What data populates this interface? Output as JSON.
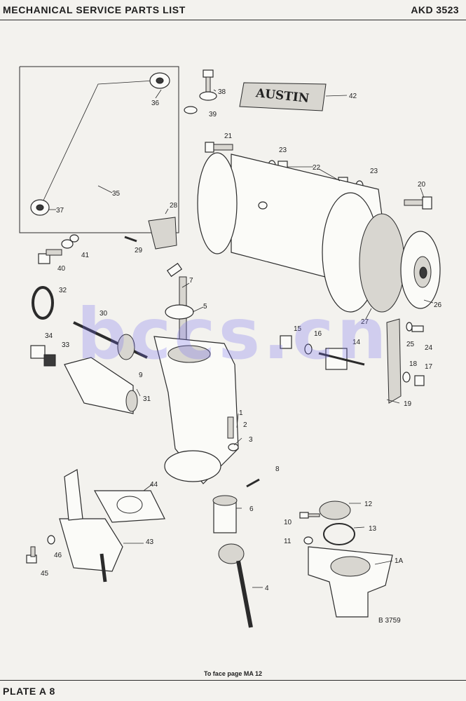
{
  "header": {
    "title": "MECHANICAL SERVICE PARTS LIST",
    "code": "AKD 3523"
  },
  "footer": {
    "note": "To face page MA 12",
    "plate": "PLATE A 8"
  },
  "drawing": {
    "ref": "B 3759",
    "logo_text": "AUSTIN"
  },
  "watermark": "bccs.cn",
  "callouts": [
    "1",
    "1A",
    "2",
    "3",
    "4",
    "5",
    "6",
    "7",
    "8",
    "9",
    "10",
    "11",
    "12",
    "13",
    "14",
    "15",
    "16",
    "17",
    "18",
    "19",
    "20",
    "21",
    "22",
    "23",
    "23",
    "24",
    "25",
    "26",
    "27",
    "28",
    "29",
    "30",
    "31",
    "32",
    "33",
    "34",
    "35",
    "36",
    "37",
    "38",
    "39",
    "40",
    "41",
    "42",
    "43",
    "44",
    "45",
    "46"
  ]
}
